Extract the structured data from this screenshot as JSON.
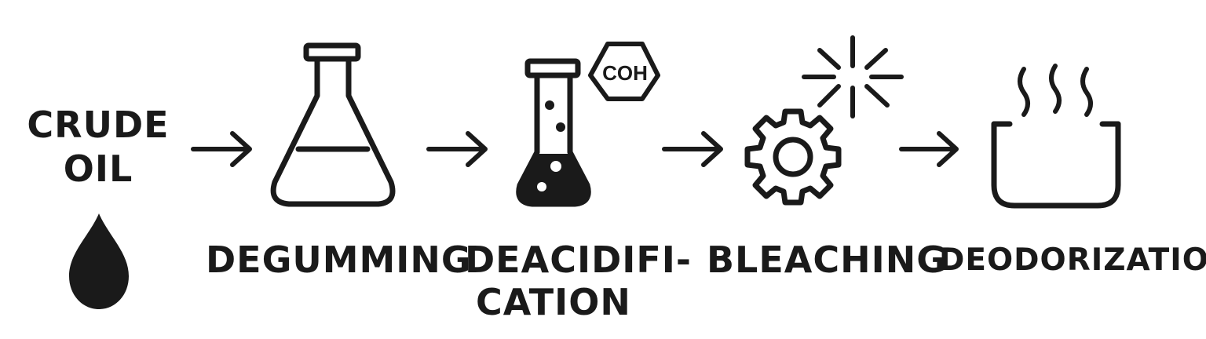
{
  "diagram": {
    "start": {
      "line1": "CRUDE",
      "line2": "OIL",
      "icon": "oil-drop-icon"
    },
    "steps": [
      {
        "label": "DEGUMMING",
        "icon": "erlenmeyer-flask-icon"
      },
      {
        "label_line1": "DEACIDIFI-",
        "label_line2": "CATION",
        "icon": "flask-with-bubbles-icon",
        "badge": "COH"
      },
      {
        "label": "BLEACHING",
        "icon": "gear-icon",
        "secondary_icon": "sparkle-burst-icon"
      },
      {
        "label": "DEODORIZATION",
        "icon": "steaming-vessel-icon"
      }
    ],
    "connector_icon": "arrow-right-icon",
    "colors": {
      "ink": "#1a1a1a",
      "background": "#ffffff"
    }
  }
}
